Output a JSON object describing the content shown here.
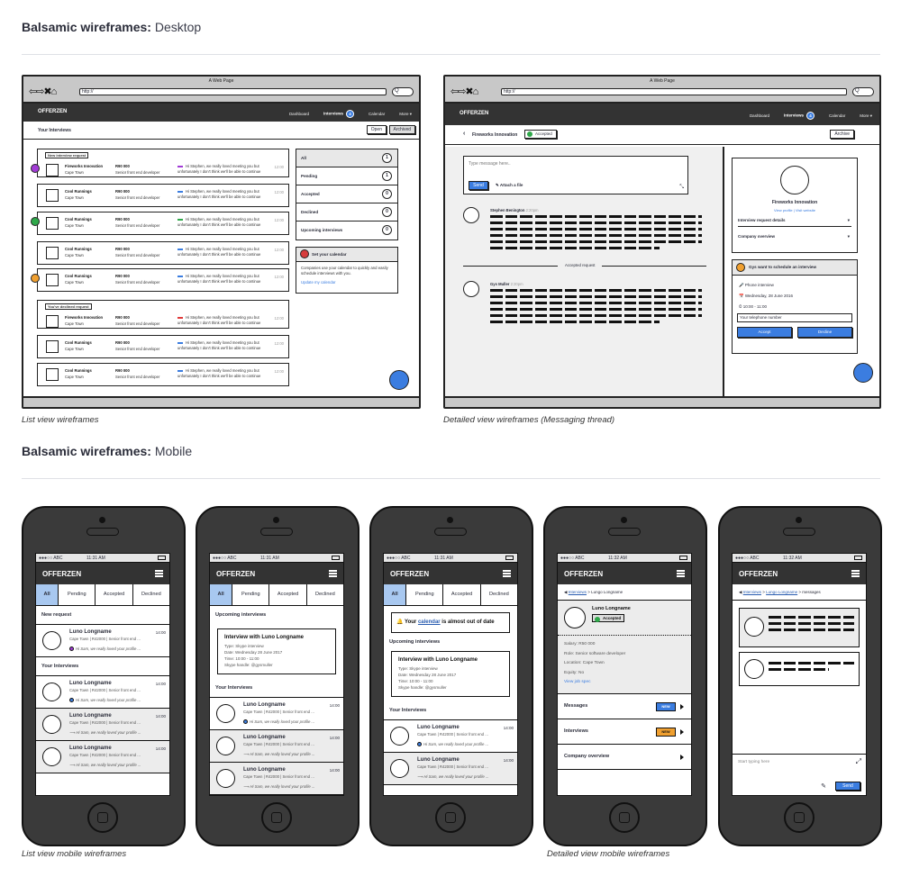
{
  "sections": {
    "desktop": {
      "bold": "Balsamic wireframes:",
      "rest": " Desktop"
    },
    "mobile": {
      "bold": "Balsamic wireframes:",
      "rest": " Mobile"
    }
  },
  "captions": {
    "list_view": "List view wireframes",
    "detail_view": "Detailed view wireframes (Messaging thread)",
    "list_mobile": "List view mobile wireframes",
    "detail_mobile": "Detailed view mobile wireframes"
  },
  "browser": {
    "title": "A Web Page",
    "nav_icons": "⇦⇨✖⌂",
    "url": "http://",
    "search_icon": "Q"
  },
  "appbar": {
    "logo": "OFFERZEN",
    "nav": [
      "Dashboard",
      "Interviews",
      "Calendar",
      "More ▾"
    ],
    "badge": "4"
  },
  "list_view": {
    "title": "Your Interviews",
    "open_btn": "Open",
    "archived_btn": "Archived",
    "tag_new": "New interview request",
    "tag_declined": "You've declined request",
    "cards": [
      {
        "company": "Fireworks Innovation",
        "city": "Cape Town",
        "salary": "R90 000",
        "role": "Senior front end developer",
        "msg": "Hi Stephen, we really loved meeting you but unfortunately I don't think we'll be able to continue",
        "time": "12:00",
        "arrow": "#a23cd6",
        "status": "#a23cd6"
      },
      {
        "company": "Cool Runnings",
        "city": "Cape Town",
        "salary": "R90 000",
        "role": "Senior front end developer",
        "msg": "Hi Stephen, we really loved meeting you but unfortunately I don't think we'll be able to continue",
        "time": "12:00",
        "arrow": "#3b7de0",
        "status": ""
      },
      {
        "company": "Cool Runnings",
        "city": "Cape Town",
        "salary": "R90 000",
        "role": "Senior front end developer",
        "msg": "Hi Stephen, we really loved meeting you but unfortunately I don't think we'll be able to continue",
        "time": "12:00",
        "arrow": "#2fa84a",
        "status": "#2fa84a"
      },
      {
        "company": "Cool Runnings",
        "city": "Cape Town",
        "salary": "R90 000",
        "role": "Senior front end developer",
        "msg": "Hi Stephen, we really loved meeting you but unfortunately I don't think we'll be able to continue",
        "time": "12:00",
        "arrow": "#3b7de0",
        "status": ""
      },
      {
        "company": "Cool Runnings",
        "city": "Cape Town",
        "salary": "R90 000",
        "role": "Senior front end developer",
        "msg": "Hi Stephen, we really loved meeting you but unfortunately I don't think we'll be able to continue",
        "time": "12:00",
        "arrow": "#3b7de0",
        "status": "#f0a030"
      },
      {
        "company": "Fireworks Innovation",
        "city": "Cape Town",
        "salary": "R90 000",
        "role": "Senior front end developer",
        "msg": "Hi Stephen, we really loved meeting you but unfortunately I don't think we'll be able to continue",
        "time": "12:00",
        "arrow": "#e03b3b",
        "status": ""
      },
      {
        "company": "Cool Runnings",
        "city": "Cape Town",
        "salary": "R90 000",
        "role": "Senior front end developer",
        "msg": "Hi Stephen, we really loved meeting you but unfortunately I don't think we'll be able to continue",
        "time": "12:00",
        "arrow": "#3b7de0",
        "status": ""
      },
      {
        "company": "Cool Runnings",
        "city": "Cape Town",
        "salary": "R90 000",
        "role": "Senior front end developer",
        "msg": "Hi Stephen, we really loved meeting you but unfortunately I don't think we'll be able to continue",
        "time": "12:00",
        "arrow": "#3b7de0",
        "status": ""
      }
    ],
    "filters": [
      {
        "label": "All",
        "count": "1"
      },
      {
        "label": "Pending",
        "count": "1"
      },
      {
        "label": "Accepted",
        "count": "0"
      },
      {
        "label": "Declined",
        "count": "0"
      },
      {
        "label": "Upcoming interviews",
        "count": "0"
      }
    ],
    "calendar": {
      "title": "Set your calendar",
      "body": "Companies use your calendar to quickly and easily schedule interviews with you.",
      "link": "Update my calendar"
    }
  },
  "detail_view": {
    "back": "‹",
    "company": "Fireworks Innovation",
    "status": "Accepted",
    "archive_btn": "Archive",
    "compose_placeholder": "Type message here..",
    "send": "Send",
    "attach": "Attach a file",
    "messages": [
      {
        "author": "Stephen Benington",
        "time": "2:20pm"
      },
      {
        "author": "Gys Muller",
        "time": "2:20pm"
      }
    ],
    "divider": "Accepted request",
    "profile": {
      "name": "Fireworks Innovation",
      "links": "View profile  |  Visit website",
      "acc1": "Interview request details",
      "acc2": "Company overview"
    },
    "schedule": {
      "title": "Gys want to schedule an interview",
      "type": "Phone interview",
      "date": "Wednesday, 28 June 2016",
      "time": "10:00 - 11:00",
      "phone_placeholder": "Your telephone number",
      "accept": "Accept",
      "decline": "Decline"
    }
  },
  "mobile": {
    "carrier": "●●●○○ ABC",
    "time1": "11:31 AM",
    "time2": "11:32 AM",
    "logo": "OFFERZEN",
    "tabs": [
      "All",
      "Pending",
      "Accepted",
      "Declined"
    ],
    "new_request": "New request",
    "your_interviews": "Your Interviews",
    "upcoming": "Upcoming interviews",
    "person": "Luno Longname",
    "time": "14:00",
    "sub": "Cape Town | R42000 | Senior front end ...",
    "msg": "Hi Sam, we really loved your profile ...",
    "interview": {
      "title": "Interview with Luno Longname",
      "type": "Type: Skype interview",
      "date": "Date: Wednesday 28 June 2017",
      "time": "Time: 10:00 - 11:00",
      "handle": "Skype handle: @gysmuller"
    },
    "alert": {
      "pre": "Your ",
      "link": "calendar",
      "post": " is almost out of date"
    },
    "detail": {
      "crumb_link": "Interviews",
      "crumb_rest": " > Lungo Longname",
      "crumb2_link": "Lungo Longname",
      "crumb2_rest": " > messages",
      "name": "Luno Longname",
      "status": "Accepted",
      "salary": "Salary: R50 000",
      "role": "Role: Senior software developer",
      "location": "Location: Cape Town",
      "equity": "Equity: No",
      "spec": "View job spec",
      "rows": [
        "Messages",
        "Interviews",
        "Company overview"
      ],
      "new": "NEW",
      "compose": "Start typing here",
      "send": "Send"
    }
  }
}
